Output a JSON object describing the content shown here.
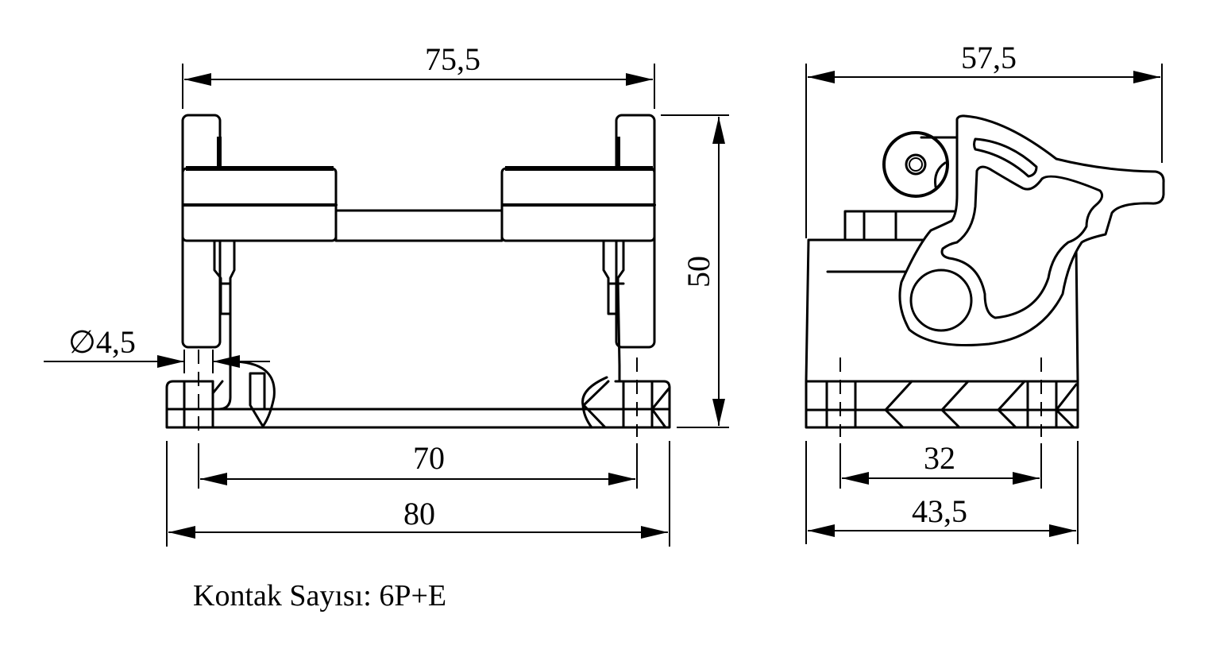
{
  "drawing": {
    "front_view": {
      "width_top": "75,5",
      "hole_diameter": "∅4,5",
      "hole_spacing": "70",
      "width_base": "80",
      "height": "50"
    },
    "side_view": {
      "width_top": "57,5",
      "hole_spacing": "32",
      "width_base": "43,5"
    },
    "caption": "Kontak Sayısı: 6P+E"
  }
}
